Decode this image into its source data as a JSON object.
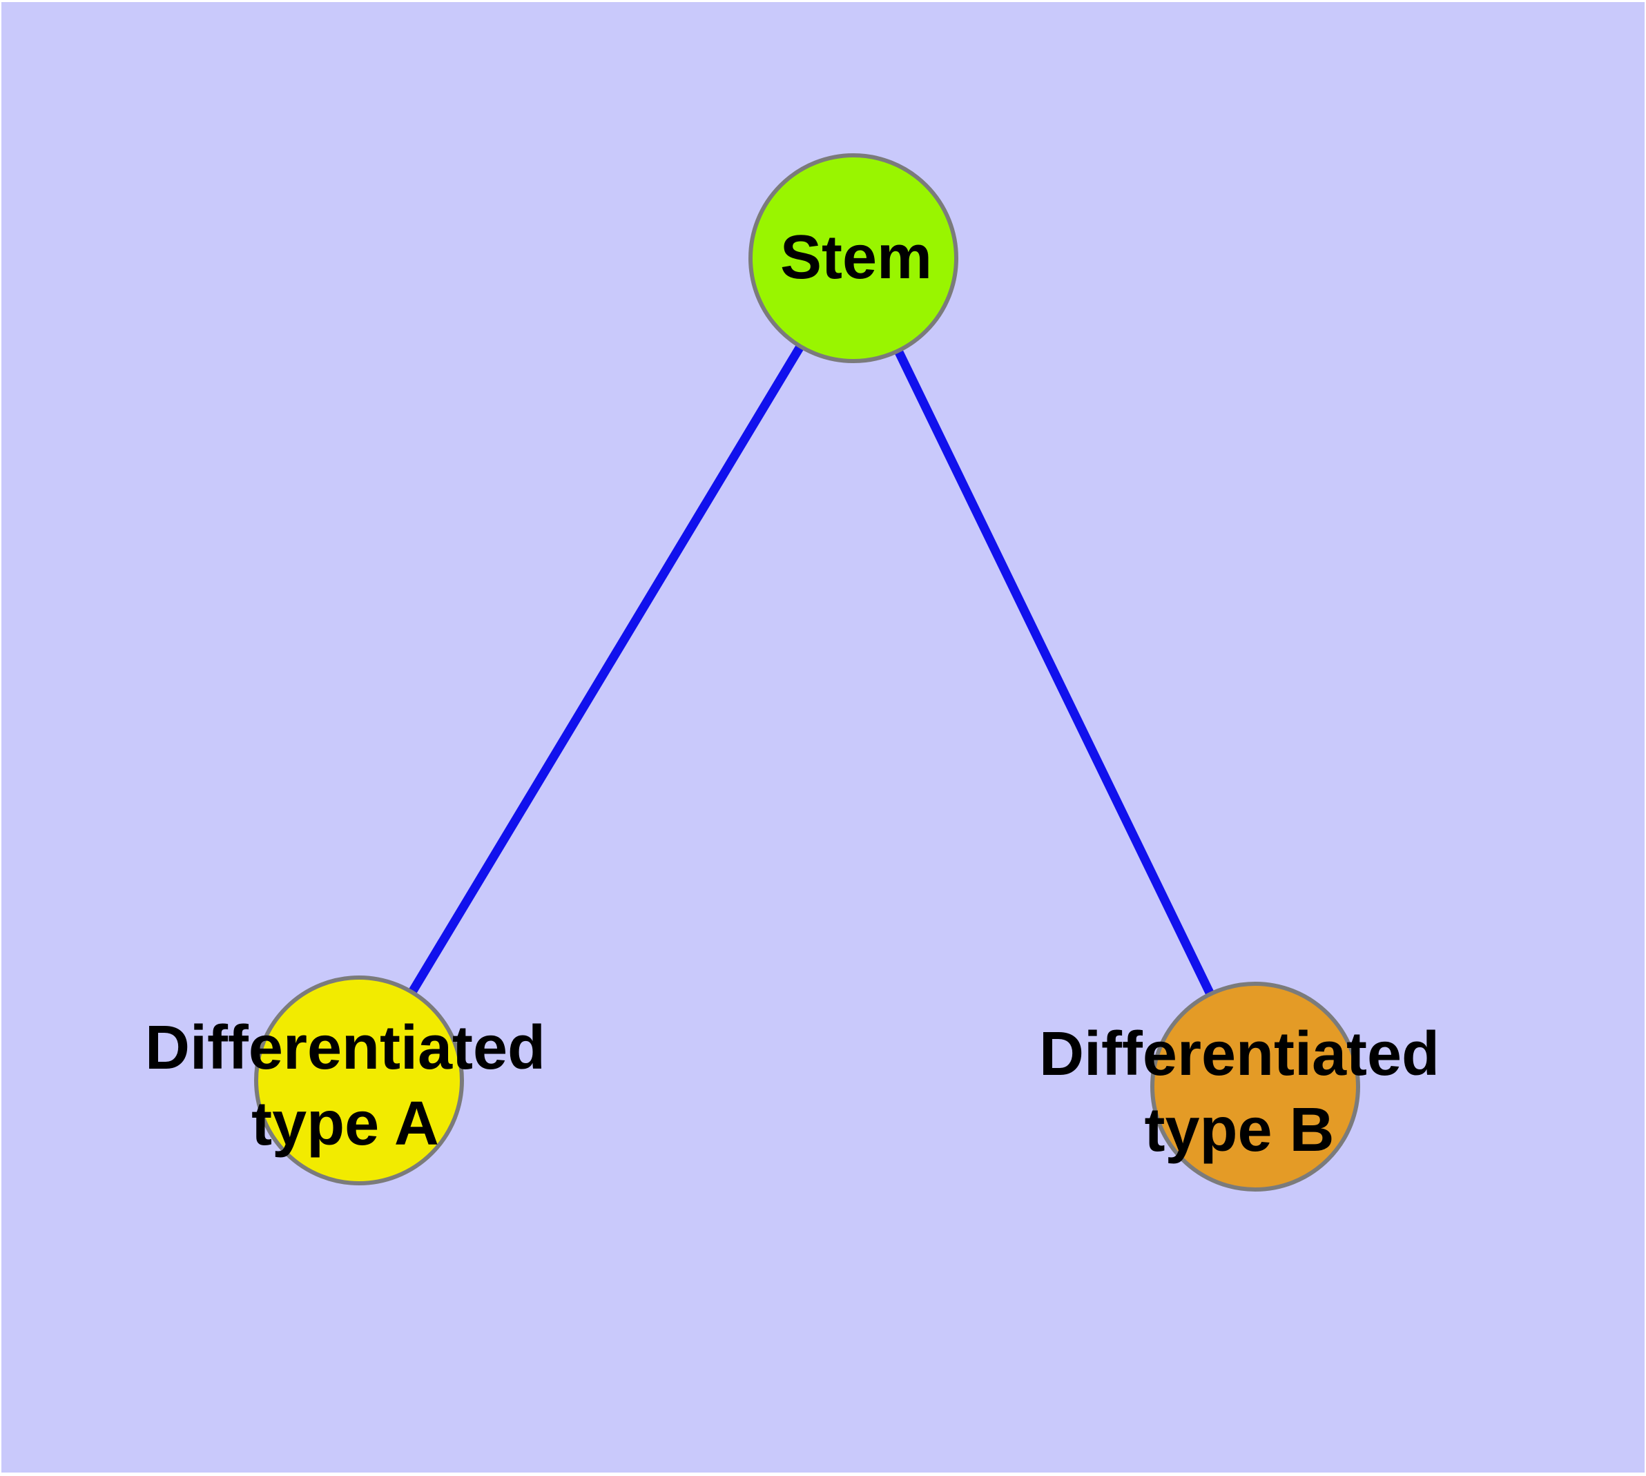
{
  "diagram": {
    "type": "node-link-graph",
    "background_color": "#c9c9fb",
    "page_color": "#ffffff",
    "edge_color": "#1111ed",
    "node_border_color": "#7b7b7b",
    "label_color": "#000000",
    "nodes": [
      {
        "id": "stem",
        "label": "Stem",
        "line1": "Stem",
        "line2": "",
        "color": "#99f500"
      },
      {
        "id": "differentiated_type_a",
        "label": "Differentiated type A",
        "line1": "Differentiated",
        "line2": "type A",
        "color": "#f2eb00"
      },
      {
        "id": "differentiated_type_b",
        "label": "Differentiated type B",
        "line1": "Differentiated",
        "line2": "type B",
        "color": "#e49b26"
      }
    ],
    "edges": [
      {
        "from": "Stem",
        "to": "Differentiated type A"
      },
      {
        "from": "Stem",
        "to": "Differentiated type B"
      }
    ]
  }
}
